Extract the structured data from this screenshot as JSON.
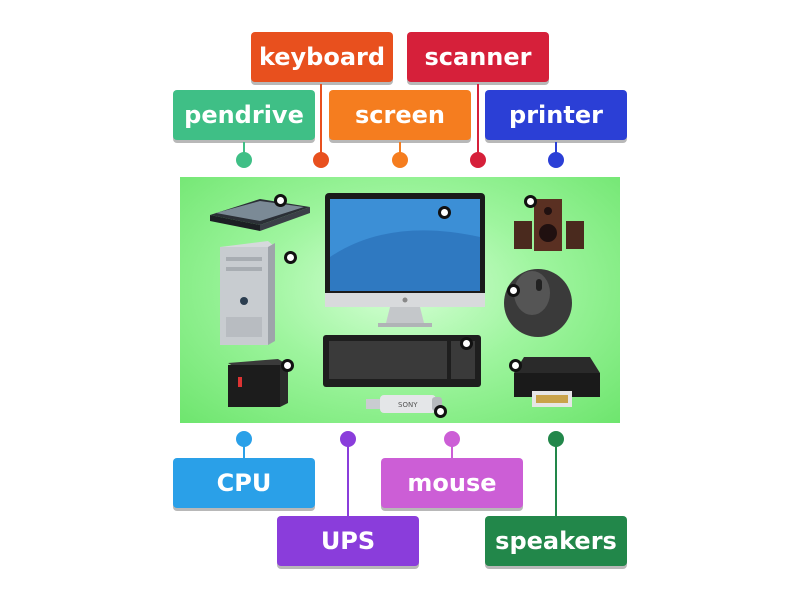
{
  "labels": {
    "keyboard": "keyboard",
    "scanner": "scanner",
    "pendrive": "pendrive",
    "screen": "screen",
    "printer": "printer",
    "cpu": "CPU",
    "mouse": "mouse",
    "ups": "UPS",
    "speakers": "speakers"
  },
  "colors": {
    "keyboard": "#e8501e",
    "scanner": "#d6203a",
    "pendrive": "#3fbf86",
    "screen": "#f57d1f",
    "printer": "#2b3fd6",
    "cpu": "#2aa0e8",
    "mouse": "#cc5ed6",
    "ups": "#8a3ddb",
    "speakers": "#22874a",
    "background": "#8af08a"
  },
  "picture": {
    "devices": [
      "scanner-icon",
      "tower-icon",
      "ups-icon",
      "monitor-icon",
      "keyboard-icon",
      "pendrive-icon",
      "speakers-icon",
      "mouse-icon",
      "printer-icon"
    ],
    "brand_text": "SONY"
  }
}
